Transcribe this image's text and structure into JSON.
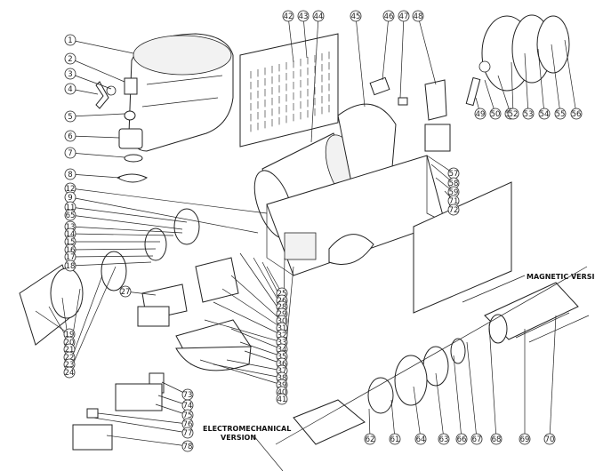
{
  "labels": [
    {
      "id": "1",
      "text": "1"
    },
    {
      "id": "2",
      "text": "2"
    },
    {
      "id": "3",
      "text": "3"
    },
    {
      "id": "4",
      "text": "4"
    },
    {
      "id": "5",
      "text": "5"
    },
    {
      "id": "6",
      "text": "6"
    },
    {
      "id": "7",
      "text": "7"
    },
    {
      "id": "8",
      "text": "8"
    },
    {
      "id": "12",
      "text": "12"
    },
    {
      "id": "9",
      "text": "9"
    },
    {
      "id": "11",
      "text": "11"
    },
    {
      "id": "65",
      "text": "65"
    },
    {
      "id": "13",
      "text": "13"
    },
    {
      "id": "14",
      "text": "14"
    },
    {
      "id": "15",
      "text": "15"
    },
    {
      "id": "16",
      "text": "16"
    },
    {
      "id": "17",
      "text": "17"
    },
    {
      "id": "18",
      "text": "18"
    },
    {
      "id": "19",
      "text": "19"
    },
    {
      "id": "20",
      "text": "20"
    },
    {
      "id": "21",
      "text": "21"
    },
    {
      "id": "22",
      "text": "22"
    },
    {
      "id": "23",
      "text": "23"
    },
    {
      "id": "24",
      "text": "24"
    },
    {
      "id": "42",
      "text": "42"
    },
    {
      "id": "43",
      "text": "43"
    },
    {
      "id": "44",
      "text": "44"
    },
    {
      "id": "45",
      "text": "45"
    },
    {
      "id": "46",
      "text": "46"
    },
    {
      "id": "47",
      "text": "47"
    },
    {
      "id": "48",
      "text": "48"
    },
    {
      "id": "49",
      "text": "49"
    },
    {
      "id": "50",
      "text": "50"
    },
    {
      "id": "51",
      "text": "51"
    },
    {
      "id": "52",
      "text": "52"
    },
    {
      "id": "53",
      "text": "53"
    },
    {
      "id": "54",
      "text": "54"
    },
    {
      "id": "55",
      "text": "55"
    },
    {
      "id": "56",
      "text": "56"
    },
    {
      "id": "57",
      "text": "57"
    },
    {
      "id": "58",
      "text": "58"
    },
    {
      "id": "59",
      "text": "59"
    },
    {
      "id": "71",
      "text": "71"
    },
    {
      "id": "72",
      "text": "72"
    },
    {
      "id": "27",
      "text": "27"
    },
    {
      "id": "62",
      "text": "62"
    },
    {
      "id": "61",
      "text": "61"
    },
    {
      "id": "64",
      "text": "64"
    },
    {
      "id": "63",
      "text": "63"
    },
    {
      "id": "66",
      "text": "66"
    },
    {
      "id": "67",
      "text": "67"
    },
    {
      "id": "68",
      "text": "68"
    },
    {
      "id": "69",
      "text": "69"
    },
    {
      "id": "70",
      "text": "70"
    },
    {
      "id": "73",
      "text": "73"
    },
    {
      "id": "74",
      "text": "74"
    },
    {
      "id": "75",
      "text": "75"
    },
    {
      "id": "76",
      "text": "76"
    },
    {
      "id": "77",
      "text": "77"
    },
    {
      "id": "78",
      "text": "78"
    },
    {
      "id": "c25",
      "text": "25"
    },
    {
      "id": "c26",
      "text": "26"
    },
    {
      "id": "c28",
      "text": "28"
    },
    {
      "id": "c29",
      "text": "29"
    },
    {
      "id": "c30",
      "text": "30"
    },
    {
      "id": "c31",
      "text": "31"
    },
    {
      "id": "c32",
      "text": "32"
    },
    {
      "id": "c33",
      "text": "33"
    },
    {
      "id": "c34",
      "text": "34"
    },
    {
      "id": "c35",
      "text": "35"
    },
    {
      "id": "c36",
      "text": "36"
    },
    {
      "id": "c37",
      "text": "37"
    },
    {
      "id": "c38",
      "text": "38"
    },
    {
      "id": "c39",
      "text": "39"
    },
    {
      "id": "c40",
      "text": "40"
    },
    {
      "id": "c41",
      "text": "41"
    }
  ],
  "captions": {
    "magnetic": "MAGNETIC VERSION",
    "electro_line1": "ELECTROMECHANICAL",
    "electro_line2": "VERSION"
  }
}
